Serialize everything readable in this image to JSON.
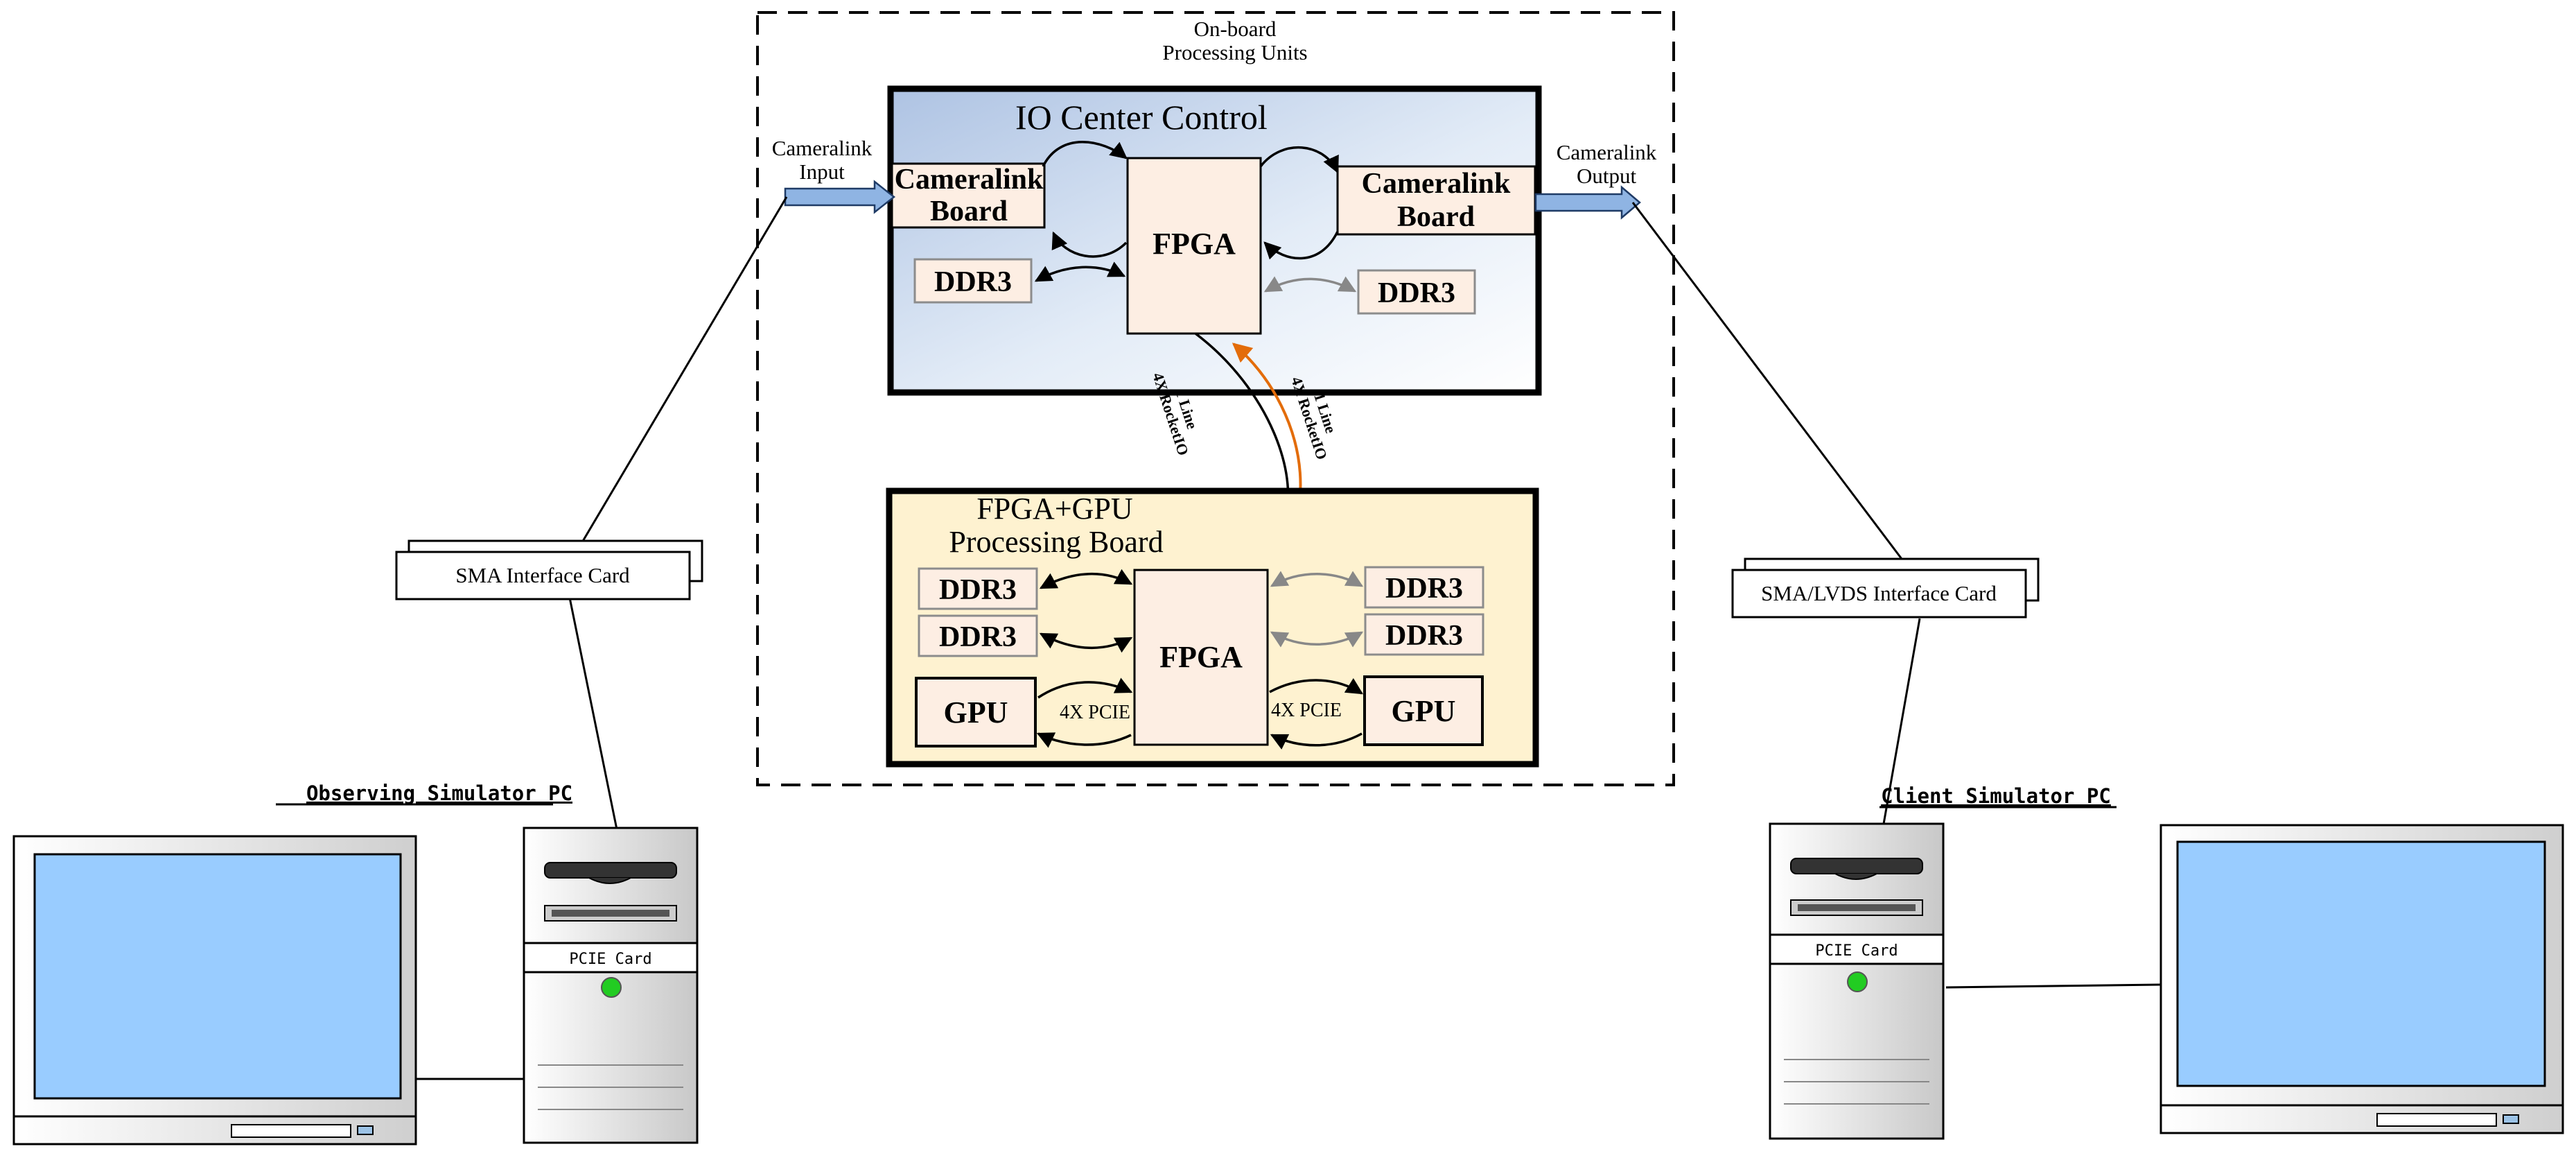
{
  "onboard": {
    "title_line1": "On-board",
    "title_line2": "Processing Units"
  },
  "io_center": {
    "title": "IO Center Control",
    "left_board_line1": "Cameralink",
    "left_board_line2": "Board",
    "right_board_line1": "Cameralink",
    "right_board_line2": "Board",
    "fpga": "FPGA",
    "ddr_left": "DDR3",
    "ddr_right": "DDR3"
  },
  "link": {
    "left_line1": "1 Line",
    "left_line2": "4X RocketIO",
    "right_line1": "1 Line",
    "right_line2": "4X RocketIO"
  },
  "gpu_board": {
    "title_line1": "FPGA+GPU",
    "title_line2": "Processing Board",
    "fpga": "FPGA",
    "ddr_left_1": "DDR3",
    "ddr_left_2": "DDR3",
    "ddr_right_1": "DDR3",
    "ddr_right_2": "DDR3",
    "gpu_left": "GPU",
    "gpu_right": "GPU",
    "pcie_left": "4X PCIE",
    "pcie_right": "4X PCIE"
  },
  "io": {
    "input_line1": "Cameralink",
    "input_line2": "Input",
    "output_line1": "Cameralink",
    "output_line2": "Output"
  },
  "left_side": {
    "interface_card": "SMA Interface Card",
    "pc_title": "Observing Simulator PC",
    "pcie_card": "PCIE Card"
  },
  "right_side": {
    "interface_card": "SMA/LVDS Interface Card",
    "pc_title": "Client Simulator PC",
    "pcie_card": "PCIE Card"
  },
  "colors": {
    "io_fill_top": "#b8cce6",
    "box_fill": "#fdeee3",
    "gpu_board_fill": "#fef2d0",
    "screen": "#99ccff",
    "led": "#22cc22",
    "orange_arrow": "#e36c0a",
    "gray_arrow": "#888888",
    "input_arrow": "#8fb4e3"
  }
}
